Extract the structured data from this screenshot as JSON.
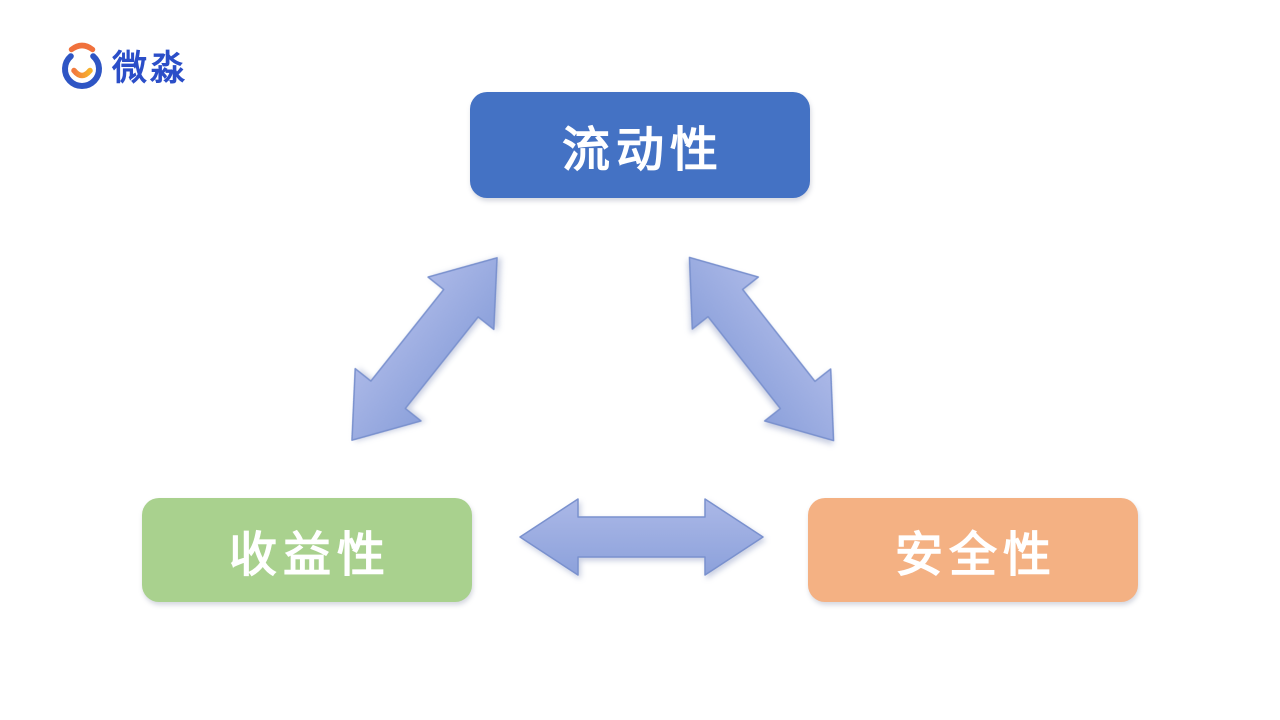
{
  "logo": {
    "text": "微淼",
    "text_color": "#2B4EC8",
    "icon": {
      "name": "weimiao-logo-icon",
      "ring_color": "#2E55C4",
      "hat_color": "#F0713C",
      "smile_color_start": "#F2793F",
      "smile_color_end": "#F7B32B"
    }
  },
  "diagram": {
    "nodes": [
      {
        "id": "liquidity",
        "label": "流动性",
        "fill": "#4472C4",
        "text_color": "#FFFFFF",
        "position": "top-center"
      },
      {
        "id": "profitability",
        "label": "收益性",
        "fill": "#A9D18E",
        "text_color": "#FFFFFF",
        "position": "bottom-left"
      },
      {
        "id": "safety",
        "label": "安全性",
        "fill": "#F4B183",
        "text_color": "#FFFFFF",
        "position": "bottom-right"
      }
    ],
    "connectors": [
      {
        "from": "profitability",
        "to": "liquidity",
        "style": "double-headed-arrow"
      },
      {
        "from": "liquidity",
        "to": "safety",
        "style": "double-headed-arrow"
      },
      {
        "from": "profitability",
        "to": "safety",
        "style": "double-headed-arrow"
      }
    ],
    "arrow_colors": {
      "fill_light": "#ABB8E7",
      "fill_dark": "#8CA1DB",
      "border": "#7A91CE"
    }
  }
}
